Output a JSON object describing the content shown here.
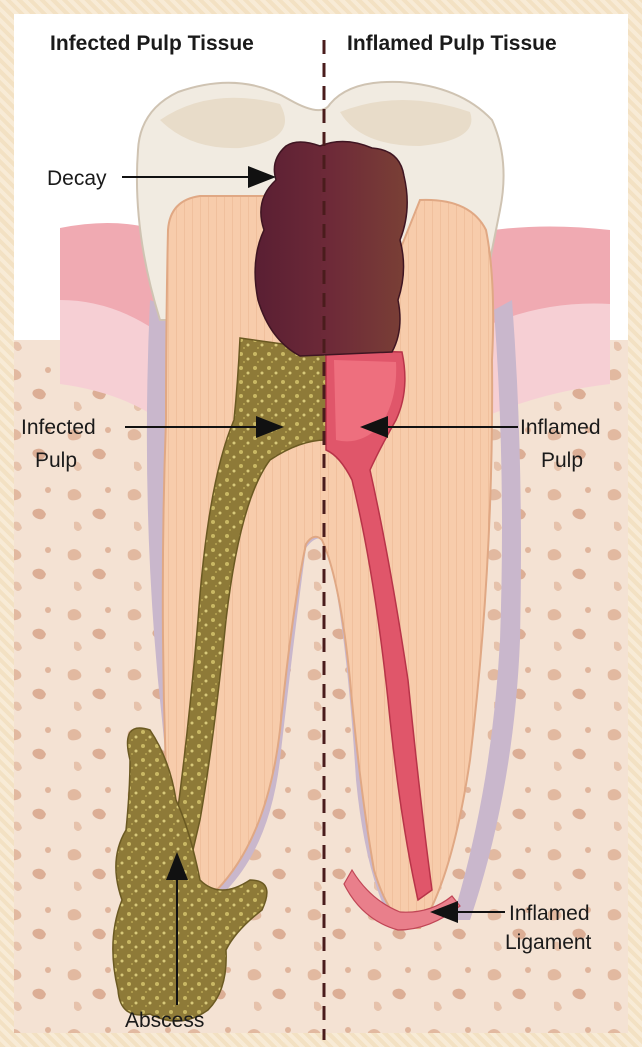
{
  "headers": {
    "left": "Infected Pulp Tissue",
    "right": "Inflamed Pulp Tissue"
  },
  "labels": {
    "decay": "Decay",
    "infected_pulp_line1": "Infected",
    "infected_pulp_line2": "Pulp",
    "inflamed_pulp_line1": "Inflamed",
    "inflamed_pulp_line2": "Pulp",
    "inflamed_ligament_line1": "Inflamed",
    "inflamed_ligament_line2": "Ligament",
    "abscess": "Abscess"
  },
  "colors": {
    "enamel": "#f1ebe1",
    "dentin": "#f6c8a6",
    "decay": "#6b2a3a",
    "infected_pulp": "#8b7a36",
    "inflamed_pulp": "#e0566a",
    "gum": "#f2b2b9",
    "bone": "#f4e2d3",
    "ligament": "#c9b7cc"
  }
}
